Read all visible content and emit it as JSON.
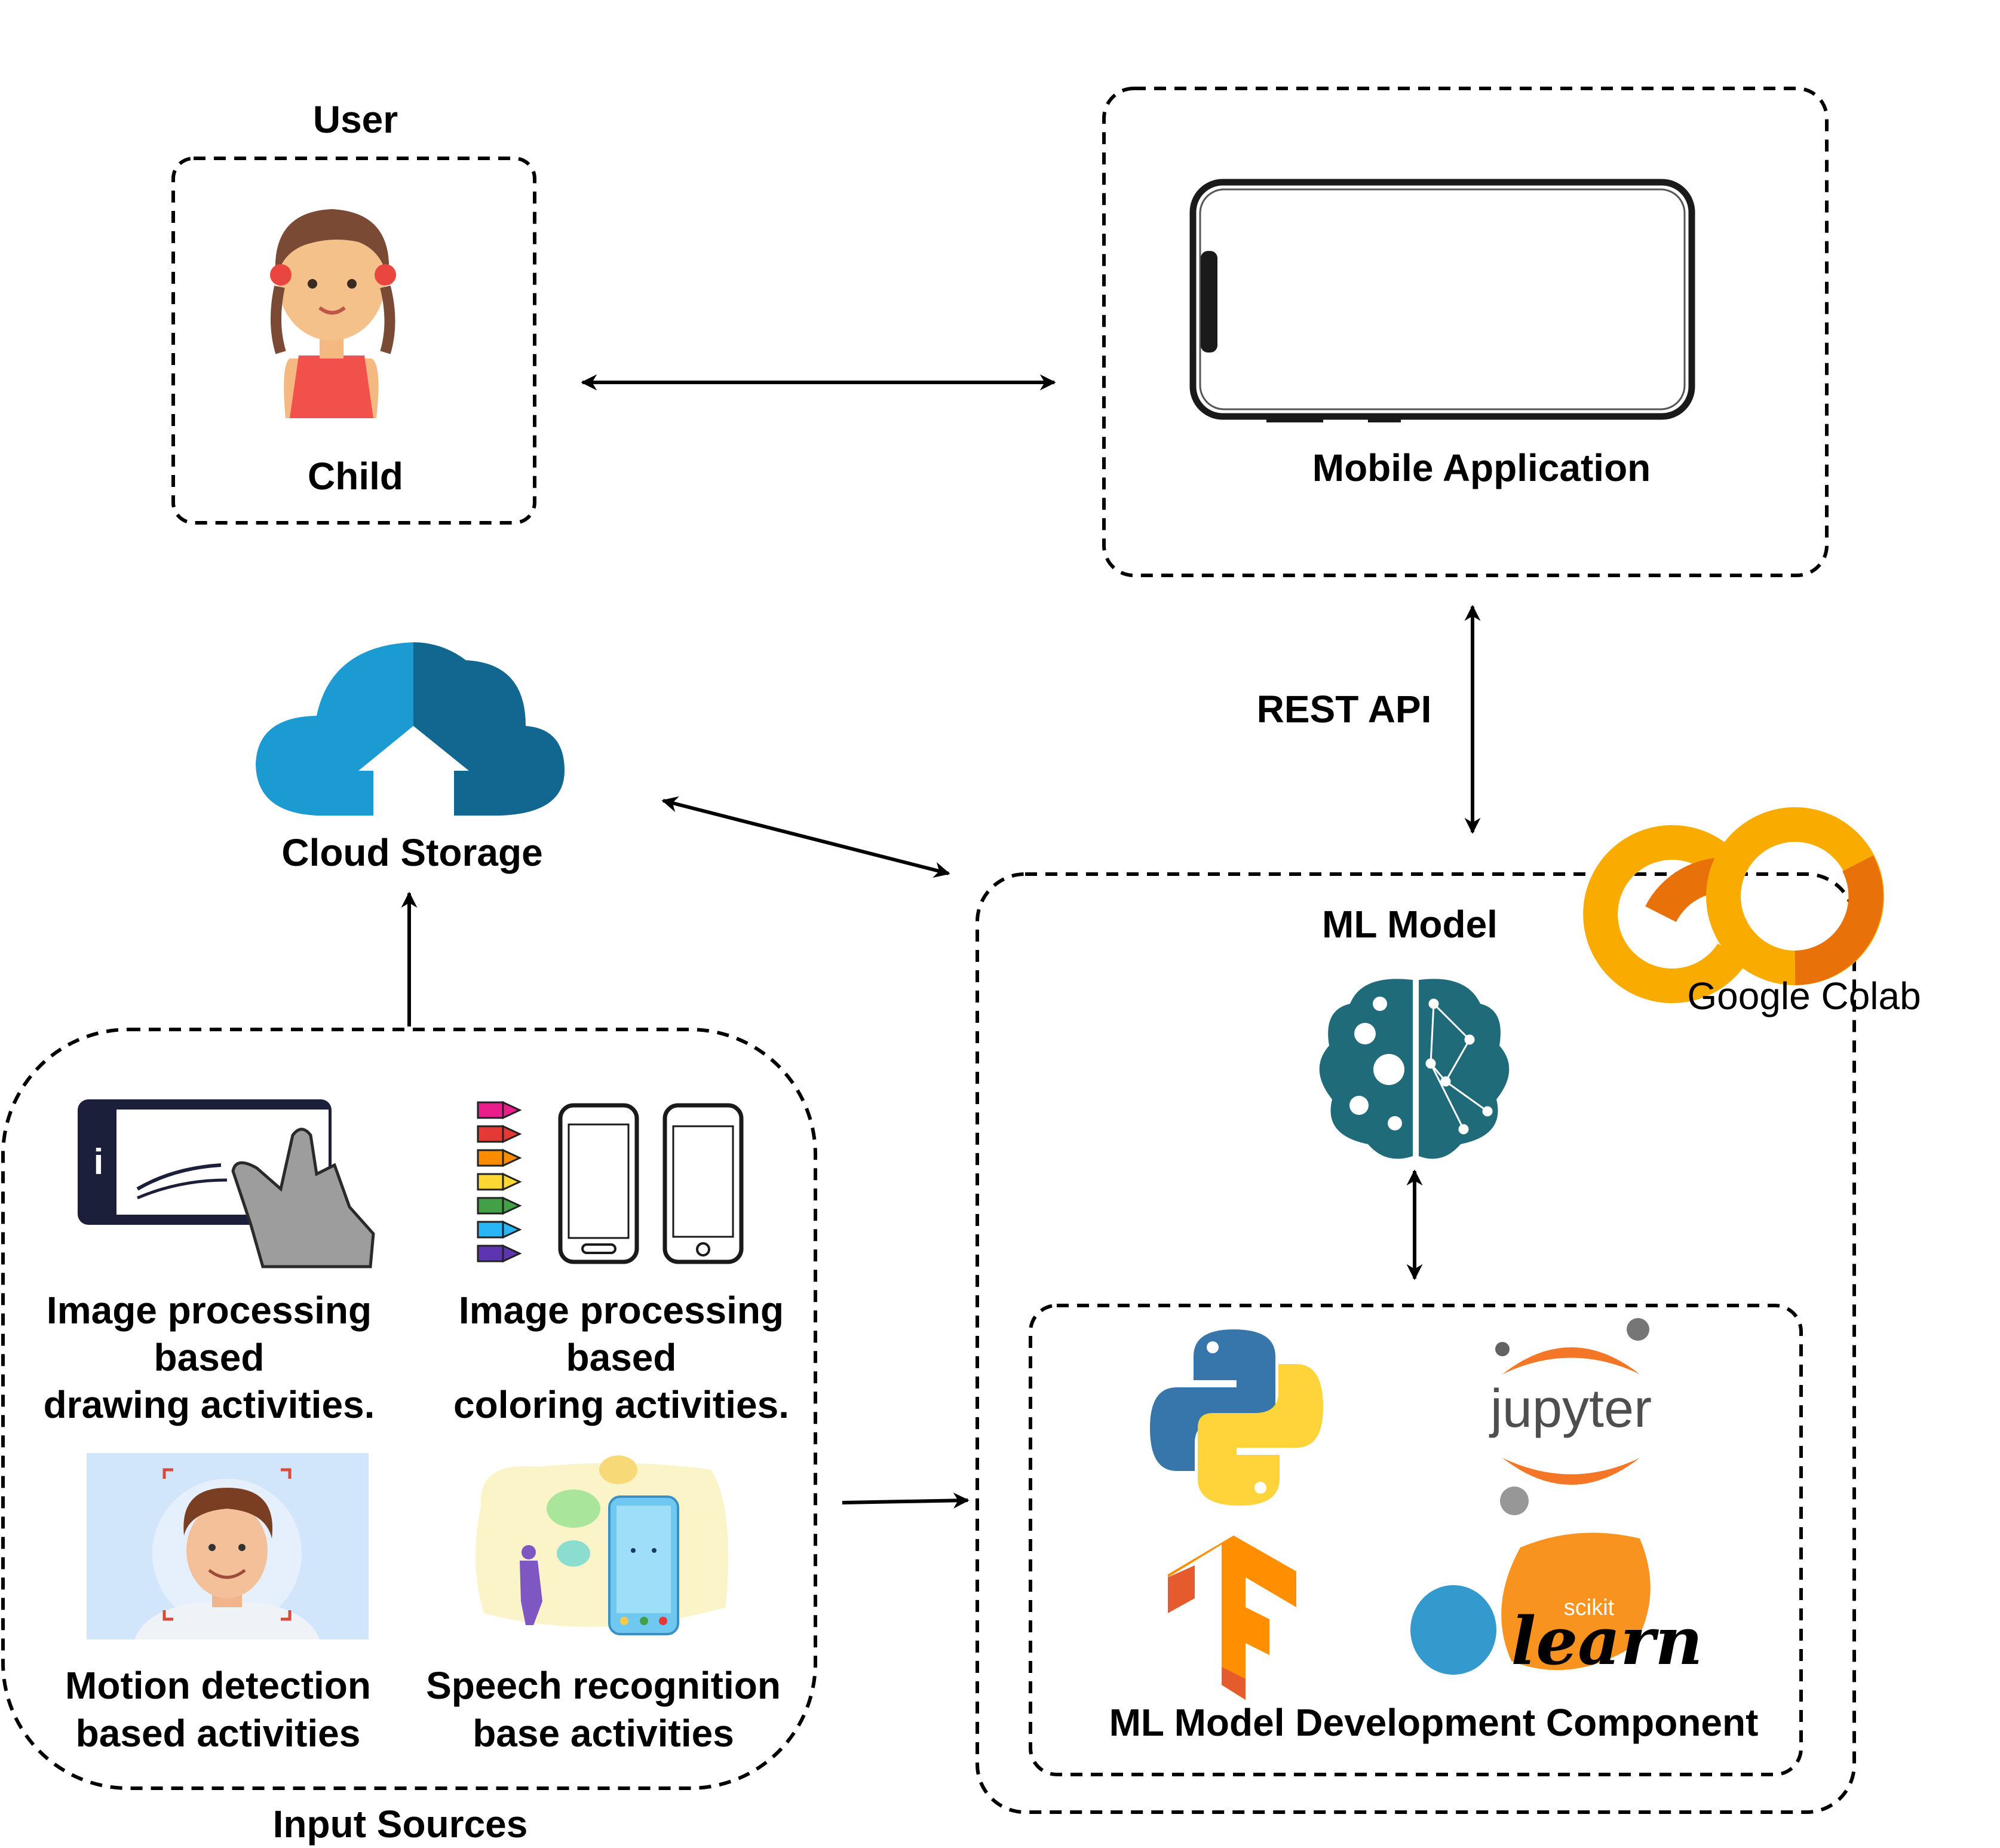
{
  "user": {
    "title": "User",
    "child_label": "Child"
  },
  "mobile": {
    "label": "Mobile Application"
  },
  "rest_api": {
    "label": "REST API"
  },
  "cloud": {
    "label": "Cloud Storage"
  },
  "ml_model": {
    "title": "ML Model"
  },
  "colab": {
    "label": "Google Colab"
  },
  "dev_component": {
    "label": "ML Model Development Component"
  },
  "jupyter": {
    "text": "jupyter"
  },
  "sklearn": {
    "small": "scikit",
    "big": "learn"
  },
  "input_sources": {
    "title": "Input Sources",
    "drawing": {
      "line1": "Image processing",
      "line2": "based",
      "line3": "drawing activities."
    },
    "coloring": {
      "line1": "Image processing",
      "line2": "based",
      "line3": "coloring activities."
    },
    "motion": {
      "line1": "Motion detection",
      "line2": "based activities"
    },
    "speech": {
      "line1": "Speech recognition",
      "line2": "base activities"
    }
  },
  "colors": {
    "cloud_light": "#1B9BD1",
    "cloud_dark": "#11678F",
    "colab_orange": "#F9AB00",
    "colab_dark": "#E8710A",
    "python_blue": "#3776AB",
    "python_yellow": "#FFD43B",
    "jupyter_orange": "#F37726",
    "tf_orange": "#FF8F00",
    "sklearn_orange": "#F7931E",
    "sklearn_blue": "#3499CD",
    "brain": "#1F6B7A"
  }
}
